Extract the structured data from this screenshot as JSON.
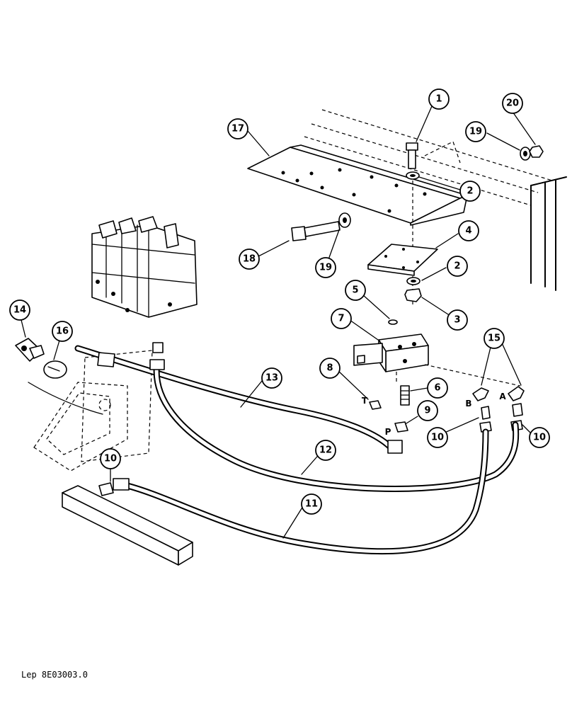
{
  "diagram": {
    "reference": "Lep 8E03003.0",
    "callouts": [
      {
        "id": "c1",
        "label": "1"
      },
      {
        "id": "c2a",
        "label": "2"
      },
      {
        "id": "c2b",
        "label": "2"
      },
      {
        "id": "c3",
        "label": "3"
      },
      {
        "id": "c4",
        "label": "4"
      },
      {
        "id": "c5",
        "label": "5"
      },
      {
        "id": "c6",
        "label": "6"
      },
      {
        "id": "c7",
        "label": "7"
      },
      {
        "id": "c8",
        "label": "8"
      },
      {
        "id": "c9",
        "label": "9"
      },
      {
        "id": "c10a",
        "label": "10"
      },
      {
        "id": "c10b",
        "label": "10"
      },
      {
        "id": "c10c",
        "label": "10"
      },
      {
        "id": "c11",
        "label": "11"
      },
      {
        "id": "c12",
        "label": "12"
      },
      {
        "id": "c13",
        "label": "13"
      },
      {
        "id": "c14",
        "label": "14"
      },
      {
        "id": "c15",
        "label": "15"
      },
      {
        "id": "c16",
        "label": "16"
      },
      {
        "id": "c17",
        "label": "17"
      },
      {
        "id": "c18",
        "label": "18"
      },
      {
        "id": "c19a",
        "label": "19"
      },
      {
        "id": "c19b",
        "label": "19"
      },
      {
        "id": "c20",
        "label": "20"
      }
    ],
    "port_labels": {
      "a": "A",
      "b": "B",
      "p": "P",
      "t": "T"
    }
  }
}
